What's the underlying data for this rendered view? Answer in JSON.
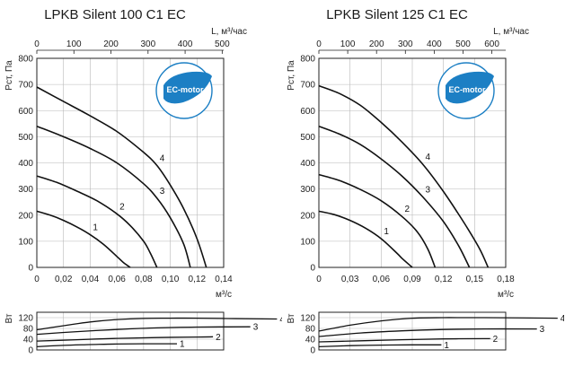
{
  "charts": [
    {
      "title": "LPKB Silent 100 C1 EC",
      "logo_text": "EC-motor",
      "chart_data": {
        "type": "line",
        "title": "LPKB Silent 100 C1 EC",
        "xlabel": "м³/с",
        "x2label": "L, м³/час",
        "ylabel": "Рст, Па",
        "xlim": [
          0,
          0.14
        ],
        "x_ticks": [
          "0",
          "0,02",
          "0,04",
          "0,06",
          "0,08",
          "0,10",
          "0,12",
          "0,14"
        ],
        "x2lim": [
          0,
          504
        ],
        "x2_ticks": [
          "0",
          "100",
          "200",
          "300",
          "400",
          "500"
        ],
        "ylim": [
          0,
          800
        ],
        "y_ticks": [
          "0",
          "100",
          "200",
          "300",
          "400",
          "500",
          "600",
          "700",
          "800"
        ],
        "grid": true,
        "series": [
          {
            "name": "1",
            "x": [
              0,
              0.01,
              0.02,
              0.03,
              0.04,
              0.05,
              0.06,
              0.065,
              0.07
            ],
            "y": [
              215,
              200,
              180,
              155,
              125,
              88,
              42,
              18,
              0
            ]
          },
          {
            "name": "2",
            "x": [
              0,
              0.015,
              0.03,
              0.045,
              0.06,
              0.07,
              0.08,
              0.085,
              0.09
            ],
            "y": [
              350,
              325,
              292,
              255,
              205,
              160,
              100,
              55,
              0
            ]
          },
          {
            "name": "3",
            "x": [
              0,
              0.02,
              0.04,
              0.06,
              0.08,
              0.09,
              0.1,
              0.11,
              0.115
            ],
            "y": [
              540,
              500,
              455,
              400,
              320,
              265,
              190,
              90,
              0
            ]
          },
          {
            "name": "4",
            "x": [
              0,
              0.02,
              0.04,
              0.06,
              0.08,
              0.09,
              0.1,
              0.11,
              0.12,
              0.127
            ],
            "y": [
              690,
              635,
              580,
              520,
              440,
              390,
              315,
              225,
              110,
              0
            ]
          }
        ],
        "power": {
          "ylabel": "Вт",
          "ylim": [
            0,
            140
          ],
          "y_ticks": [
            "0",
            "40",
            "80",
            "120"
          ],
          "series": [
            {
              "name": "1",
              "x": [
                0,
                0.02,
                0.04,
                0.06,
                0.08,
                0.1,
                0.105
              ],
              "y": [
                12,
                17,
                20,
                22,
                23,
                23,
                23
              ]
            },
            {
              "name": "2",
              "x": [
                0,
                0.03,
                0.06,
                0.09,
                0.12,
                0.132
              ],
              "y": [
                33,
                38,
                43,
                46,
                48,
                49
              ]
            },
            {
              "name": "3",
              "x": [
                0,
                0.03,
                0.06,
                0.09,
                0.12,
                0.16
              ],
              "y": [
                58,
                68,
                76,
                82,
                85,
                86
              ]
            },
            {
              "name": "4",
              "x": [
                0,
                0.02,
                0.04,
                0.06,
                0.08,
                0.1,
                0.12,
                0.18
              ],
              "y": [
                75,
                90,
                104,
                113,
                117,
                118,
                118,
                115
              ]
            }
          ]
        }
      }
    },
    {
      "title": "LPKB Silent 125 C1 EC",
      "logo_text": "EC-motor",
      "chart_data": {
        "type": "line",
        "title": "LPKB Silent 125 C1 EC",
        "xlabel": "м³/с",
        "x2label": "L, м³/час",
        "ylabel": "Рст, Па",
        "xlim": [
          0,
          0.18
        ],
        "x_ticks": [
          "0",
          "0,03",
          "0,06",
          "0,09",
          "0,12",
          "0,15",
          "0,18"
        ],
        "x2lim": [
          0,
          648
        ],
        "x2_ticks": [
          "0",
          "100",
          "200",
          "300",
          "400",
          "500",
          "600"
        ],
        "ylim": [
          0,
          800
        ],
        "y_ticks": [
          "0",
          "100",
          "200",
          "300",
          "400",
          "500",
          "600",
          "700",
          "800"
        ],
        "grid": true,
        "series": [
          {
            "name": "1",
            "x": [
              0,
              0.015,
              0.03,
              0.045,
              0.06,
              0.075,
              0.08,
              0.09
            ],
            "y": [
              215,
              202,
              180,
              150,
              110,
              55,
              35,
              0
            ]
          },
          {
            "name": "2",
            "x": [
              0,
              0.02,
              0.04,
              0.06,
              0.08,
              0.095,
              0.105,
              0.112
            ],
            "y": [
              355,
              332,
              298,
              255,
              195,
              135,
              70,
              0
            ]
          },
          {
            "name": "3",
            "x": [
              0,
              0.02,
              0.04,
              0.06,
              0.08,
              0.1,
              0.12,
              0.135,
              0.145
            ],
            "y": [
              540,
              510,
              470,
              415,
              350,
              270,
              175,
              80,
              0
            ]
          },
          {
            "name": "4",
            "x": [
              0,
              0.02,
              0.04,
              0.06,
              0.08,
              0.1,
              0.12,
              0.14,
              0.155,
              0.163
            ],
            "y": [
              695,
              665,
              620,
              555,
              480,
              395,
              290,
              170,
              70,
              0
            ]
          }
        ],
        "power": {
          "ylabel": "Вт",
          "ylim": [
            0,
            140
          ],
          "y_ticks": [
            "0",
            "40",
            "80",
            "120"
          ],
          "series": [
            {
              "name": "1",
              "x": [
                0,
                0.03,
                0.06,
                0.09,
                0.118
              ],
              "y": [
                12,
                16,
                18,
                19,
                19
              ]
            },
            {
              "name": "2",
              "x": [
                0,
                0.04,
                0.08,
                0.12,
                0.16,
                0.165
              ],
              "y": [
                30,
                34,
                38,
                41,
                42,
                42
              ]
            },
            {
              "name": "3",
              "x": [
                0,
                0.04,
                0.08,
                0.12,
                0.16,
                0.21
              ],
              "y": [
                50,
                63,
                71,
                76,
                78,
                78
              ]
            },
            {
              "name": "4",
              "x": [
                0,
                0.03,
                0.06,
                0.09,
                0.12,
                0.16,
                0.23
              ],
              "y": [
                70,
                92,
                108,
                118,
                120,
                120,
                118
              ]
            }
          ]
        }
      }
    }
  ]
}
